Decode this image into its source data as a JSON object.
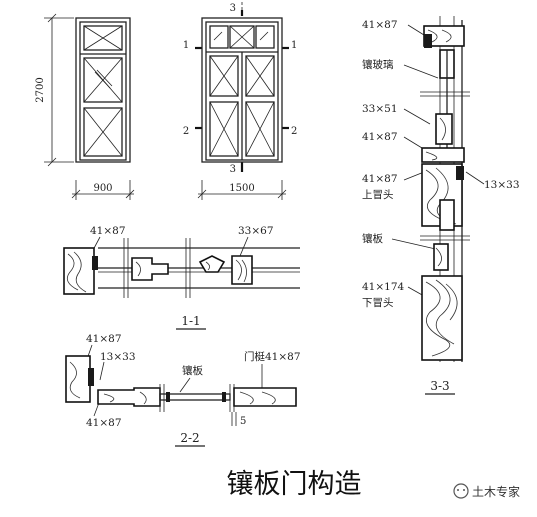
{
  "caption": "镶板门构造",
  "watermark": {
    "text": "土木专家"
  },
  "elevations": {
    "height_dim": "2700",
    "single_width_dim": "900",
    "double_width_dim": "1500",
    "cut_3_top": "3",
    "cut_3_bottom": "3",
    "cut_1_left": "1",
    "cut_1_right": "1",
    "cut_2_left": "2",
    "cut_2_right": "2"
  },
  "section_11": {
    "title": "1-1",
    "label_left": "41×87",
    "label_right": "33×67"
  },
  "section_22": {
    "title": "2-2",
    "label_top": "41×87",
    "label_mid": "13×33",
    "label_bottom": "41×87",
    "label_panel": "镶板",
    "label_frame": "门梃41×87",
    "dim_5": "5"
  },
  "section_33": {
    "title": "3-3",
    "label_1": "41×87",
    "label_2": "镶玻璃",
    "label_3": "33×51",
    "label_4": "41×87",
    "label_5a": "41×87",
    "label_5b": "上冒头",
    "label_6": "13×33",
    "label_7": "镶板",
    "label_8a": "41×174",
    "label_8b": "下冒头"
  }
}
